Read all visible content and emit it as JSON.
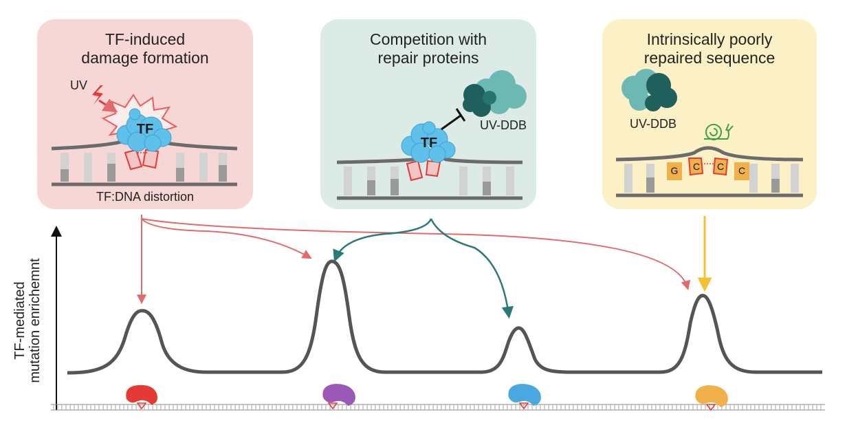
{
  "panels": {
    "left": {
      "title": "TF-induced\ndamage formation",
      "uv_label": "UV",
      "tf_label": "TF",
      "caption": "TF:DNA distortion",
      "fill": "#f7d6d6"
    },
    "middle": {
      "title": "Competition with\nrepair proteins",
      "tf_label": "TF",
      "protein_label": "UV-DDB",
      "fill": "#dcebe6"
    },
    "right": {
      "title": "Intrinsically poorly\nrepaired sequence",
      "protein_label": "UV-DDB",
      "bases": [
        "G",
        "C",
        "C",
        "C"
      ],
      "fill": "#fcf0c6"
    }
  },
  "plot": {
    "ylabel": "TF-mediated\nmutation enrichemnt",
    "peak_count": 4
  },
  "colors": {
    "red_arrow": "#e26a6a",
    "teal_arrow": "#2b7a78",
    "yellow_arrow": "#f2c230",
    "tf_blue": "#5fc0ea",
    "uvddb_teal": "#2f8a86",
    "curve": "#555555",
    "tf_red": "#e53935",
    "tf_purple": "#9b59b6",
    "tf_lightblue": "#4aa8e0",
    "tf_orange": "#f0b04a"
  }
}
